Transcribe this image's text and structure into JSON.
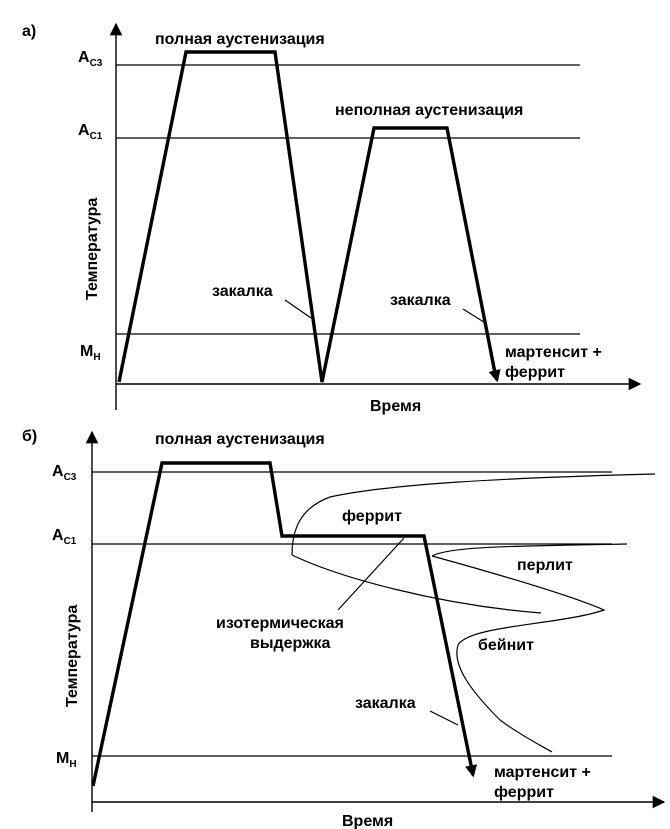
{
  "panel_a": {
    "label": "а)",
    "level_ac3": {
      "main": "A",
      "sub": "C3"
    },
    "level_ac1": {
      "main": "A",
      "sub": "C1"
    },
    "level_mn": {
      "main": "M",
      "sub": "Н"
    },
    "axis_y": "Температура",
    "axis_x": "Время",
    "full_austenitization": "полная аустенизация",
    "partial_austenitization": "неполная аустенизация",
    "quench_1": "закалка",
    "quench_2": "закалка",
    "result_line1": "мартенсит +",
    "result_line2": "феррит"
  },
  "panel_b": {
    "label": "б)",
    "level_ac3": {
      "main": "A",
      "sub": "C3"
    },
    "level_ac1": {
      "main": "A",
      "sub": "C1"
    },
    "level_mn": {
      "main": "M",
      "sub": "Н"
    },
    "axis_y": "Температура",
    "axis_x": "Время",
    "full_austenitization": "полная аустенизация",
    "ferrite": "феррит",
    "pearlite": "перлит",
    "bainite": "бейнит",
    "isothermal_line1": "изотермическая",
    "isothermal_line2": "выдержка",
    "quench": "закалка",
    "result_line1": "мартенсит +",
    "result_line2": "феррит"
  }
}
